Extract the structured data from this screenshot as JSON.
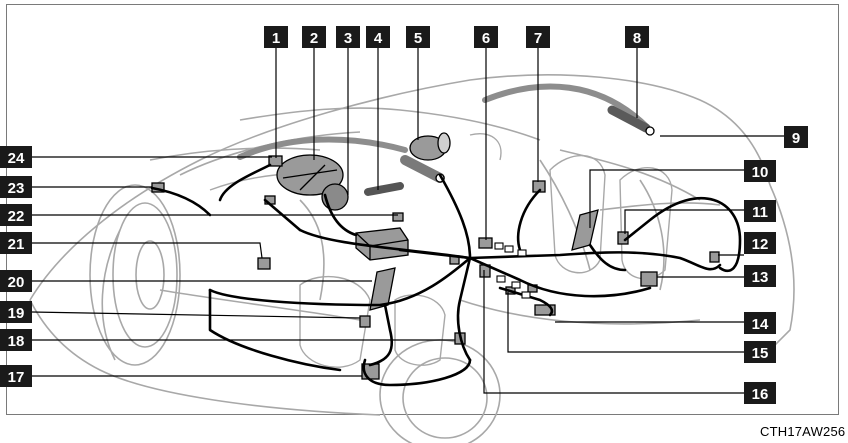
{
  "diagram": {
    "callouts": [
      "1",
      "2",
      "3",
      "4",
      "5",
      "6",
      "7",
      "8",
      "9",
      "10",
      "11",
      "12",
      "13",
      "14",
      "15",
      "16",
      "17",
      "18",
      "19",
      "20",
      "21",
      "22",
      "23",
      "24"
    ],
    "image_code": "CTH17AW256"
  },
  "colors": {
    "label_bg": "#1a1a1a",
    "label_text": "#ffffff",
    "line": "#000000",
    "car_outline": "#a8a8a8",
    "component_fill": "#9a9a9a"
  }
}
